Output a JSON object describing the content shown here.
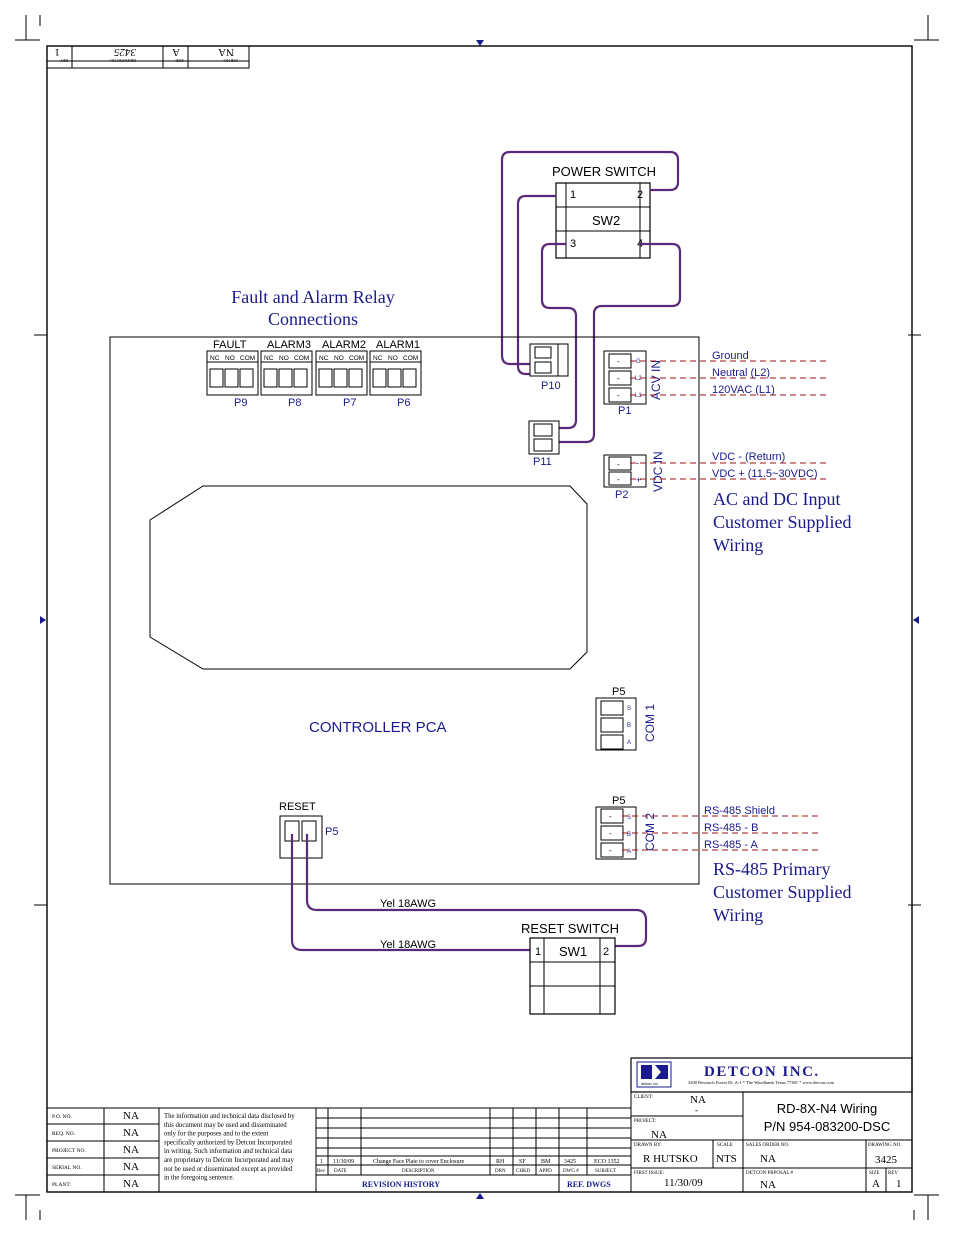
{
  "top_block": {
    "job_no": "NA",
    "size": "A",
    "drawing_no": "3425",
    "rev": "1",
    "job_label": "JOB NO.",
    "size_label": "SIZE",
    "drawing_label": "DRAWING NO.",
    "rev_label": "REV"
  },
  "power_switch": {
    "title": "POWER SWITCH",
    "name": "SW2",
    "t1": "1",
    "t2": "2",
    "t3": "3",
    "t4": "4"
  },
  "relay_title": {
    "line1": "Fault and Alarm Relay",
    "line2": "Connections"
  },
  "relays": [
    {
      "name": "FAULT",
      "connector": "P9"
    },
    {
      "name": "ALARM3",
      "connector": "P8"
    },
    {
      "name": "ALARM2",
      "connector": "P7"
    },
    {
      "name": "ALARM1",
      "connector": "P6"
    }
  ],
  "relay_pins": {
    "nc": "NC",
    "no": "NO",
    "com": "COM"
  },
  "connectors": {
    "p10": "P10",
    "p11": "P11",
    "p1": "P1",
    "p2": "P2",
    "p5_com1": "P5",
    "p5_com2": "P5",
    "p5_reset": "P5"
  },
  "ac_input": {
    "label": "ACV IN",
    "pin_g": "G",
    "pin_l2": "L2",
    "pin_l1": "L1",
    "ground": "Ground",
    "neutral": "Neutral (L2)",
    "line": "120VAC (L1)"
  },
  "dc_input": {
    "label": "VDC IN",
    "minus": "-",
    "plus": "+",
    "return": "VDC - (Return)",
    "supply": "VDC + (11.5~30VDC)"
  },
  "ac_dc_note": {
    "line1": "AC and DC Input",
    "line2": "Customer Supplied",
    "line3": "Wiring"
  },
  "controller": {
    "label": "CONTROLLER PCA"
  },
  "com1": {
    "label": "COM 1",
    "s": "S",
    "b": "B",
    "a": "A"
  },
  "com2": {
    "label": "COM 2",
    "s": "S",
    "b": "B",
    "a": "A",
    "shield": "RS-485 Shield",
    "wire_b": "RS-485 - B",
    "wire_a": "RS-485 - A"
  },
  "rs485_note": {
    "line1": "RS-485 Primary",
    "line2": "Customer Supplied",
    "line3": "Wiring"
  },
  "reset": {
    "label": "RESET",
    "switch_title": "RESET SWITCH",
    "switch_name": "SW1",
    "t1": "1",
    "t2": "2",
    "wire1": "Yel  18AWG",
    "wire2": "Yel  18AWG"
  },
  "company": {
    "name": "DETCON INC.",
    "address": "3200 Research Forest Dr. A-1 * The Woodlands Texas 77381 * www.detcon.com",
    "logo_text": "detcon, inc."
  },
  "title_block": {
    "client_label": "CLIENT:",
    "client": "NA",
    "client_dash": "-",
    "project_label": "PROJECT:",
    "project": "NA",
    "title1": "RD-8X-N4 Wiring",
    "title2": "P/N 954-083200-DSC",
    "drawn_label": "DRAWN BY:",
    "drawn": "R HUTSKO",
    "scale_label": "SCALE",
    "scale": "NTS",
    "sales_label": "SALES ORDER NO.",
    "sales": "NA",
    "drawing_label": "DRAWING NO.",
    "drawing": "3425",
    "issue_label": "FIRST ISSUE:",
    "issue": "11/30/09",
    "proposal_label": "DETCON PRPOSAL #",
    "proposal": "NA",
    "size_label": "SIZE",
    "size": "A",
    "rev_label": "REV",
    "rev": "1"
  },
  "left_block": [
    {
      "label": "P.O. NO.",
      "value": "NA"
    },
    {
      "label": "REQ. NO.",
      "value": "NA"
    },
    {
      "label": "PROJECT NO.",
      "value": "NA"
    },
    {
      "label": "SERIAL NO.",
      "value": "NA"
    },
    {
      "label": "PLANT:",
      "value": "NA"
    }
  ],
  "disclaimer": [
    "The information and technical data disclosed by",
    "this document may be used and disseminated",
    "only for the purposes and to the extent",
    "specifically authorized by Detcon Incorporated",
    "in writing.  Such information and technical data",
    "are proprietary to Detcon Incorporated and may",
    "not be used or disseminated except as provided",
    "in the foregoing sentence."
  ],
  "revision": {
    "row": {
      "rev": "1",
      "date": "11/30/09",
      "desc": "Change Face Plate to cover Enclosure",
      "drn": "RH",
      "chkd": "SF",
      "appd": "BM",
      "dwg": "3425",
      "subject": "ECO 1352"
    },
    "headers": {
      "rev": "Rev",
      "date": "DATE",
      "desc": "DESCRIPTION",
      "drn": "DRN",
      "chkd": "CHKD",
      "appd": "APPD",
      "dwg": "DWG #",
      "subject": "SUBJECT"
    },
    "footer": "REVISION HISTORY",
    "ref": "REF. DWGS"
  }
}
